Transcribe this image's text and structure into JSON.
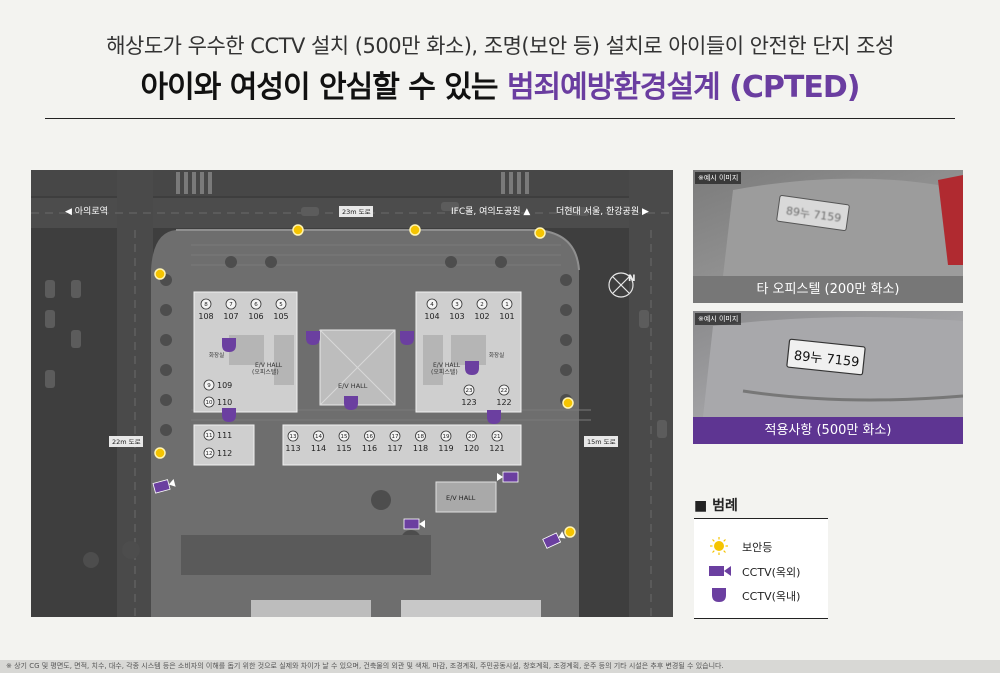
{
  "header": {
    "subtitle": "해상도가 우수한 CCTV 설치 (500만 화소), 조명(보안 등) 설치로 아이들이 안전한 단지 조성",
    "title_main": "아이와 여성이 안심할 수 있는 ",
    "title_highlight": "범죄예방환경설계 (CPTED)"
  },
  "map": {
    "top_labels": {
      "left": "◀ 아의로역",
      "road_top": "23m 도로",
      "center": "IFC몰, 여의도공원 ▲",
      "right": "더현대 서울, 한강공원 ▶"
    },
    "road_left": "22m 도로",
    "road_right": "15m 도로",
    "units_top_left": [
      {
        "n": "8",
        "u": "108"
      },
      {
        "n": "7",
        "u": "107"
      },
      {
        "n": "6",
        "u": "106"
      },
      {
        "n": "5",
        "u": "105"
      }
    ],
    "units_top_right": [
      {
        "n": "4",
        "u": "104"
      },
      {
        "n": "3",
        "u": "103"
      },
      {
        "n": "2",
        "u": "102"
      },
      {
        "n": "1",
        "u": "101"
      }
    ],
    "units_mid_left": [
      {
        "n": "9",
        "u": "109"
      },
      {
        "n": "10",
        "u": "110"
      }
    ],
    "units_mid_right": [
      {
        "n": "23",
        "u": "123"
      },
      {
        "n": "22",
        "u": "122"
      }
    ],
    "units_bottom_left": [
      {
        "n": "11",
        "u": "111"
      },
      {
        "n": "12",
        "u": "112"
      }
    ],
    "units_bottom": [
      {
        "n": "13",
        "u": "113"
      },
      {
        "n": "14",
        "u": "114"
      },
      {
        "n": "15",
        "u": "115"
      },
      {
        "n": "16",
        "u": "116"
      },
      {
        "n": "17",
        "u": "117"
      },
      {
        "n": "18",
        "u": "118"
      },
      {
        "n": "19",
        "u": "119"
      },
      {
        "n": "20",
        "u": "120"
      },
      {
        "n": "21",
        "u": "121"
      }
    ],
    "ev_hall_center": "E/V HALL",
    "ev_hall_left": "E/V HALL\n(오피스텔)",
    "ev_hall_right": "E/V HALL\n(오피스텔)",
    "ev_hall_bottom": "E/V HALL",
    "restroom": "화장실",
    "compass": "N"
  },
  "photos": [
    {
      "tag": "※예시 이미지",
      "plate": "89누 7159",
      "caption": "타 오피스텔 (200만 화소)",
      "caption_color": "#777777"
    },
    {
      "tag": "※예시 이미지",
      "plate": "89누 7159",
      "caption": "적용사항 (500만 화소)",
      "caption_color": "#5e3592"
    }
  ],
  "legend": {
    "title": "■ 범례",
    "items": [
      {
        "icon": "security-light-icon",
        "label": "보안등"
      },
      {
        "icon": "cctv-outdoor-icon",
        "label": "CCTV(옥외)"
      },
      {
        "icon": "cctv-indoor-icon",
        "label": "CCTV(옥내)"
      }
    ]
  },
  "colors": {
    "accent": "#6a3da0",
    "light": "#f5c400",
    "cctv": "#6b3fa0"
  },
  "footer": "※ 상기 CG 및 평면도, 면적, 치수, 대수, 각종 시스템 등은 소비자의 이해를 돕기 위한 것으로 실제와 차이가 날 수 있으며, 건축물의 외관 및 색채, 마감, 조경계획, 주민공동시설, 창호계획, 조경계획, 운주 등의 기타 시설은 추후 변경될 수 있습니다."
}
